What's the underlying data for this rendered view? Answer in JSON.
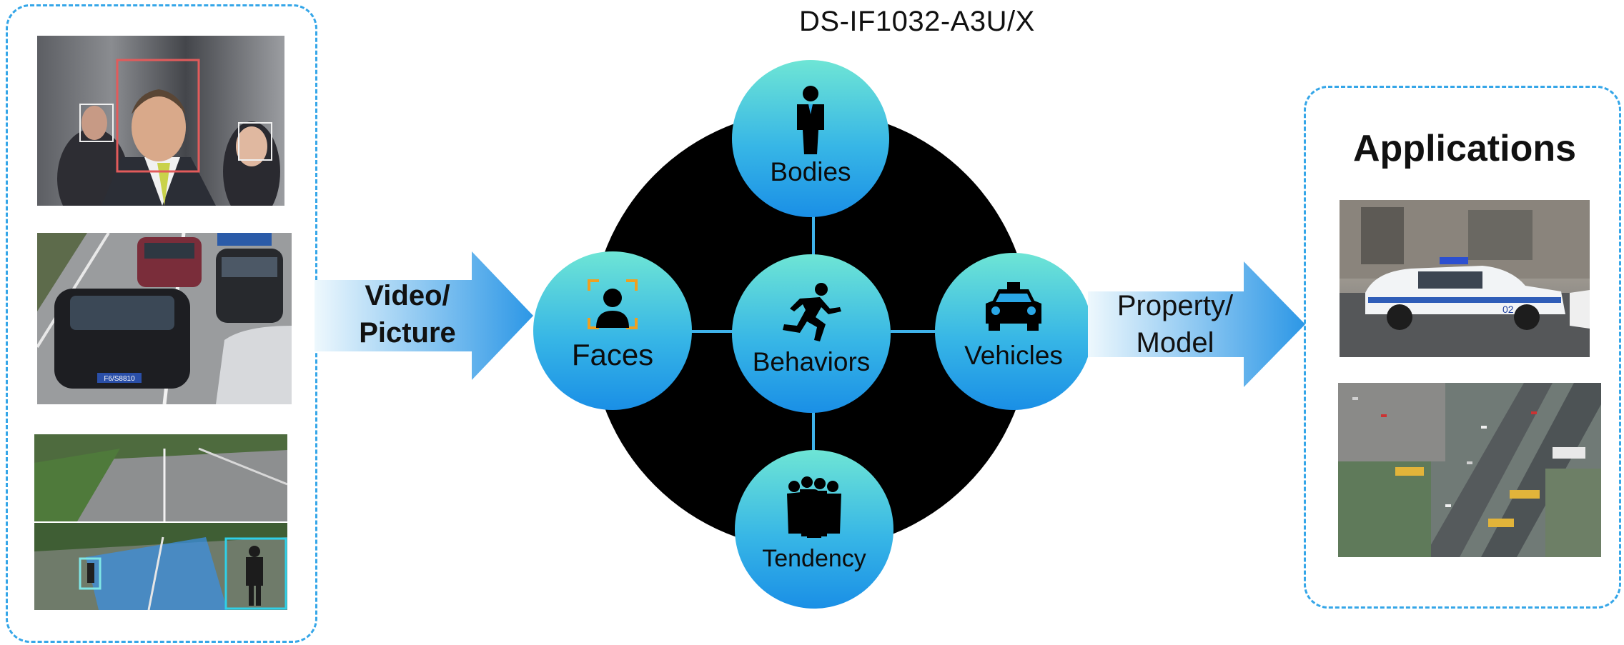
{
  "title": "DS-IF1032-A3U/X",
  "left_panel": {
    "arrow_label_line1": "Video/",
    "arrow_label_line2": "Picture",
    "plate_text": "F6/S8810"
  },
  "center": {
    "nodes": {
      "bodies": "Bodies",
      "faces": "Faces",
      "behaviors": "Behaviors",
      "vehicles": "Vehicles",
      "tendency": "Tendency"
    }
  },
  "right_panel": {
    "arrow_label_line1": "Property/",
    "arrow_label_line2": "Model",
    "title": "Applications",
    "car_number": "02"
  },
  "colors": {
    "panel_border": "#35a6e8",
    "node_top": "#6ee5d5",
    "node_bottom": "#1a8fe6",
    "hub": "#000000",
    "face_bracket": "#f0a020"
  }
}
